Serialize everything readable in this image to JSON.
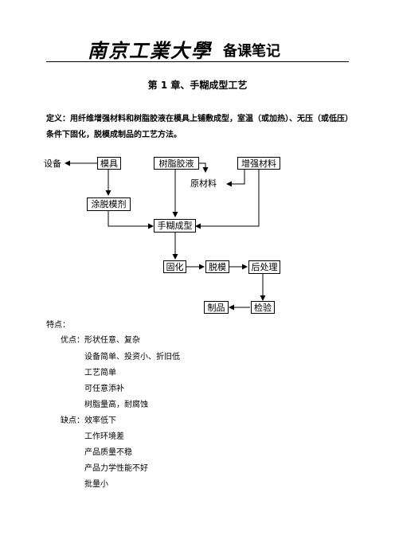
{
  "header": {
    "school": "南京工業大學",
    "subtitle": "备课笔记"
  },
  "chapter_title": "第 1 章、手糊成型工艺",
  "definition": "定义：用纤维增强材料和树脂胶液在模具上铺敷成型，室温（或加热）、无压（或低压）条件下固化，脱模成制品的工艺方法。",
  "flowchart": {
    "shebei": "设备",
    "muju": "模具",
    "shuzhi": "树脂胶液",
    "zengqiang": "增强材料",
    "yuancailiao": "原材料",
    "tuomoji": "涂脱模剂",
    "shouhu": "手糊成型",
    "guhua": "固化",
    "tuomo": "脱模",
    "houchuli": "后处理",
    "zhipin": "制品",
    "jianyan": "检验"
  },
  "features": {
    "heading": "特点：",
    "advantages_label": "优点：",
    "advantages": [
      "形状任意、复杂",
      "设备简单、投资小、折旧低",
      "工艺简单",
      "可任意添补",
      "树脂量高，耐腐蚀"
    ],
    "disadvantages_label": "缺点：",
    "disadvantages": [
      "效率低下",
      "工作环境差",
      "产品质量不稳",
      "产品力学性能不好",
      "批量小"
    ]
  }
}
